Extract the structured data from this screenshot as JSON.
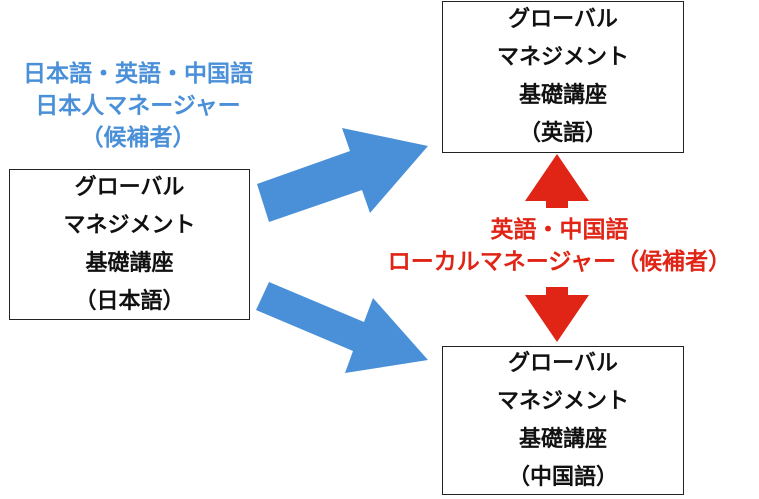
{
  "colors": {
    "blue": "#4a90d9",
    "red": "#e02416",
    "border": "#222222"
  },
  "left_label": {
    "line1": "日本語・英語・中国語",
    "line2": "日本人マネージャー",
    "line3": "（候補者）"
  },
  "boxes": {
    "japanese": {
      "line1": "グローバル",
      "line2": "マネジメント",
      "line3": "基礎講座",
      "line4": "（日本語）"
    },
    "english": {
      "line1": "グローバル",
      "line2": "マネジメント",
      "line3": "基礎講座",
      "line4": "（英語）"
    },
    "chinese": {
      "line1": "グローバル",
      "line2": "マネジメント",
      "line3": "基礎講座",
      "line4": "（中国語）"
    }
  },
  "right_label": {
    "line1": "英語・中国語",
    "line2": "ローカルマネージャー（候補者）"
  }
}
